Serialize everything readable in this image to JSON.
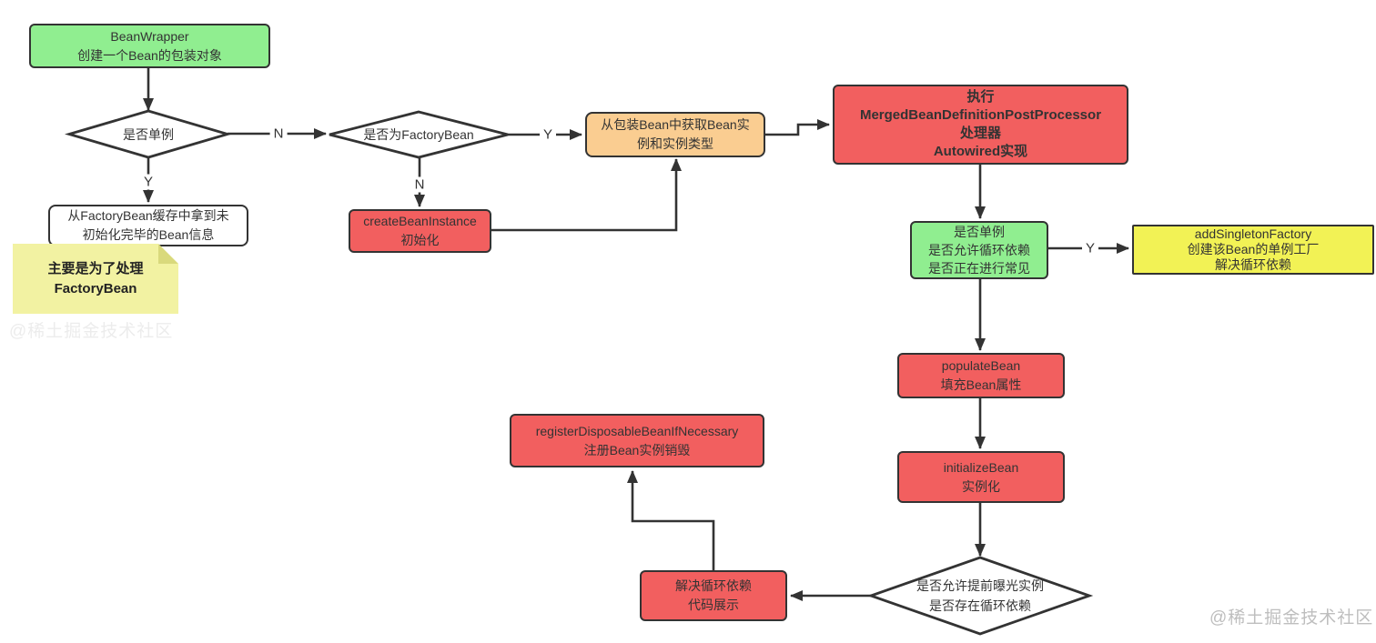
{
  "diagram": {
    "colors": {
      "node_green": "#90EE90",
      "node_red": "#F25F5F",
      "node_orange": "#FACD91",
      "node_yellow": "#F2F255",
      "sticky_yellow": "#F2F2A2",
      "sticky_fold": "#D9D97C",
      "watermark": "#BEBEBE"
    },
    "nodes": {
      "bean_wrapper": {
        "lines": [
          "BeanWrapper",
          "创建一个Bean的包装对象"
        ]
      },
      "is_singleton": {
        "label": "是否单例"
      },
      "is_factory_bean": {
        "label": "是否为FactoryBean"
      },
      "factory_bean_cache": {
        "lines": [
          "从FactoryBean缓存中拿到未",
          "初始化完毕的Bean信息"
        ]
      },
      "sticky_note": {
        "lines": [
          "主要是为了处理",
          "FactoryBean"
        ]
      },
      "create_bean_instance": {
        "lines": [
          "createBeanInstance",
          "初始化"
        ]
      },
      "get_bean_from_wrapper": {
        "lines": [
          "从包装Bean中获取Bean实",
          "例和实例类型"
        ]
      },
      "merged_bean_definition_post_processor": {
        "lines": [
          "执行",
          "MergedBeanDefinitionPostProcessor",
          "处理器",
          "Autowired实现"
        ]
      },
      "singleton_circular_check": {
        "lines": [
          "是否单例",
          "是否允许循环依赖",
          "是否正在进行常见"
        ]
      },
      "add_singleton_factory": {
        "lines": [
          "addSingletonFactory",
          "创建该Bean的单例工厂",
          "解决循环依赖"
        ]
      },
      "populate_bean": {
        "lines": [
          "populateBean",
          "填充Bean属性"
        ]
      },
      "initialize_bean": {
        "lines": [
          "initializeBean",
          "实例化"
        ]
      },
      "early_exposure_check": {
        "lines": [
          "是否允许提前曝光实例",
          "是否存在循环依赖"
        ]
      },
      "resolve_circular_dependency": {
        "lines": [
          "解决循环依赖",
          "代码展示"
        ]
      },
      "register_disposable_bean": {
        "lines": [
          "registerDisposableBeanIfNecessary",
          "注册Bean实例销毁"
        ]
      }
    },
    "edge_labels": {
      "singleton_no": "N",
      "singleton_yes": "Y",
      "factorybean_yes": "Y",
      "factorybean_no": "N",
      "circular_yes": "Y"
    },
    "watermark": "@稀土掘金技术社区"
  }
}
